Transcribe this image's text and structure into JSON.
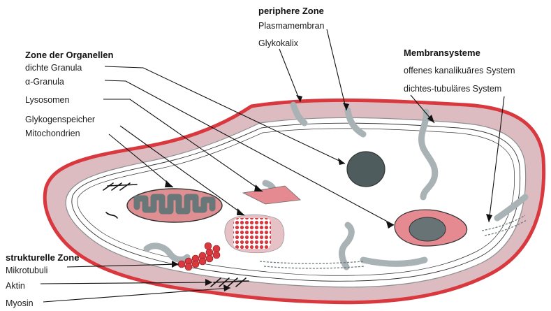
{
  "sections": {
    "peripheral": {
      "title": "periphere Zone",
      "items": [
        "Plasmamembran",
        "Glykokalix"
      ]
    },
    "organelles": {
      "title": "Zone der Organellen",
      "items": [
        "dichte Granula",
        "α-Granula",
        "Lysosomen",
        "Glykogenspeicher",
        "Mitochondrien"
      ]
    },
    "membranes": {
      "title": "Membransysteme",
      "items": [
        "offenes kanalikuäres System",
        "dichtes-tubuläres System"
      ]
    },
    "structural": {
      "title": "strukturelle Zone",
      "items": [
        "Mikrotubuli",
        "Aktin",
        "Myosin"
      ]
    }
  },
  "colors": {
    "membrane_red": "#d8383e",
    "membrane_fill": "#dcbcc0",
    "canal_gray": "#a9b2b5",
    "dense_granule": "#4f5c5e",
    "alpha_granule": "#e48a90",
    "glycogen_red": "#d8383e",
    "mitochondrion": "#df8f92"
  }
}
